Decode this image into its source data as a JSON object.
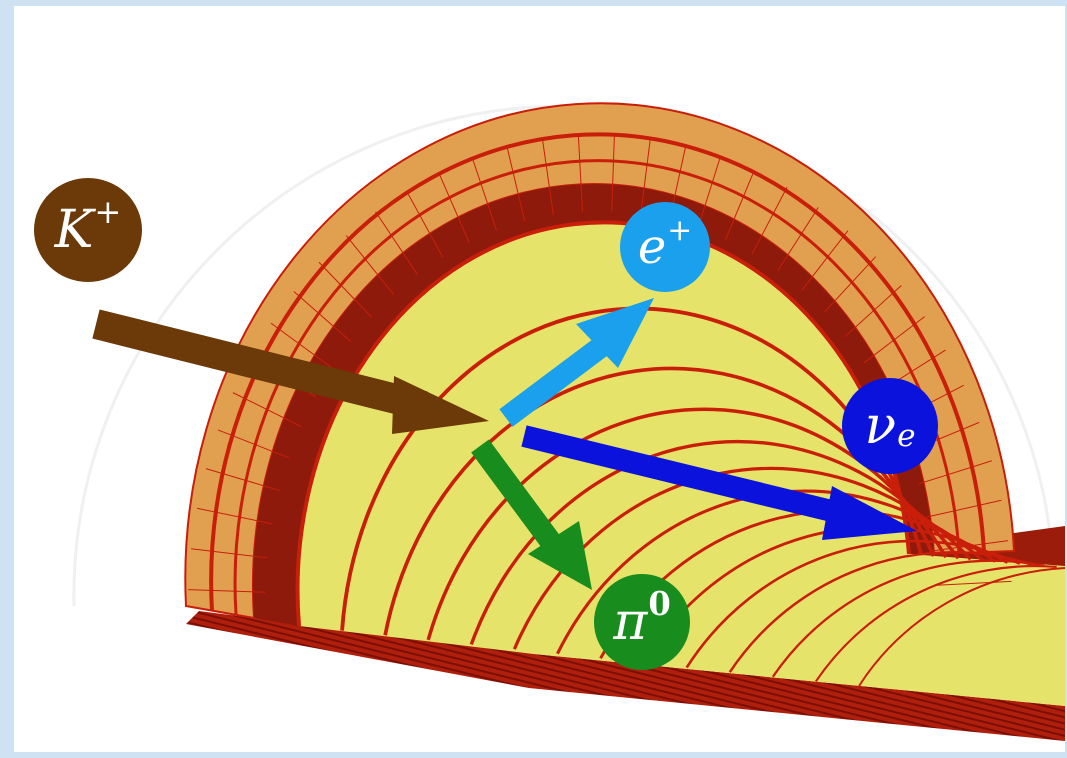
{
  "colors": {
    "frame_border": "#cfe2f3",
    "outer_ring": "#e0a050",
    "inner_segments": "#e6e36a",
    "segment_grid": "#c81e0a",
    "kaon": "#6b3a08",
    "positron": "#1aa0ec",
    "neutrino": "#0b12dc",
    "pion": "#198c1e"
  },
  "particles": [
    {
      "id": "kaon",
      "symbol": "K",
      "superscript": "+",
      "subscript": "",
      "icon": "kaon-arrow"
    },
    {
      "id": "positron",
      "symbol": "e",
      "superscript": "+",
      "subscript": "",
      "icon": "positron-arrow"
    },
    {
      "id": "neutrino",
      "symbol": "ν",
      "superscript": "",
      "subscript": "e",
      "icon": "neutrino-arrow"
    },
    {
      "id": "pion",
      "symbol": "π",
      "superscript": "0",
      "subscript": "",
      "icon": "pion-arrow"
    }
  ]
}
